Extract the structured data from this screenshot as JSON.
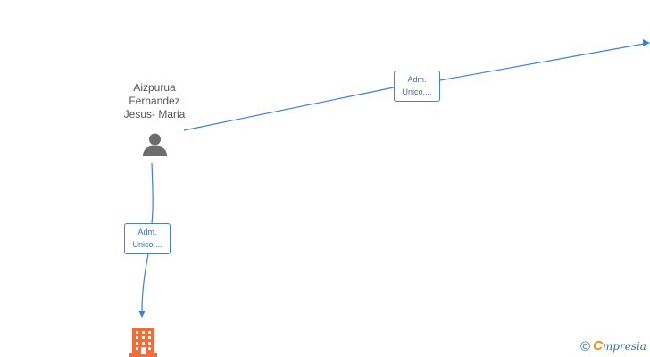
{
  "nodes": {
    "person": {
      "name_lines": [
        "Aizpurua",
        "Fernandez",
        "Jesus- Maria"
      ],
      "icon": "person-icon"
    },
    "company": {
      "icon": "building-icon",
      "color": "#f26b3a"
    }
  },
  "edges": [
    {
      "from": "person",
      "to": "offscreen-right",
      "label_lines": [
        "Adm.",
        "Unico,..."
      ]
    },
    {
      "from": "person",
      "to": "company",
      "label_lines": [
        "Adm.",
        "Unico,..."
      ]
    }
  ],
  "colors": {
    "edge": "#3f7fd9",
    "person_icon": "#6d6d6d",
    "label_text": "#3f70b8"
  },
  "watermark": {
    "copyright_symbol": "©",
    "logo_letter": "C",
    "brand": "mpresia"
  }
}
